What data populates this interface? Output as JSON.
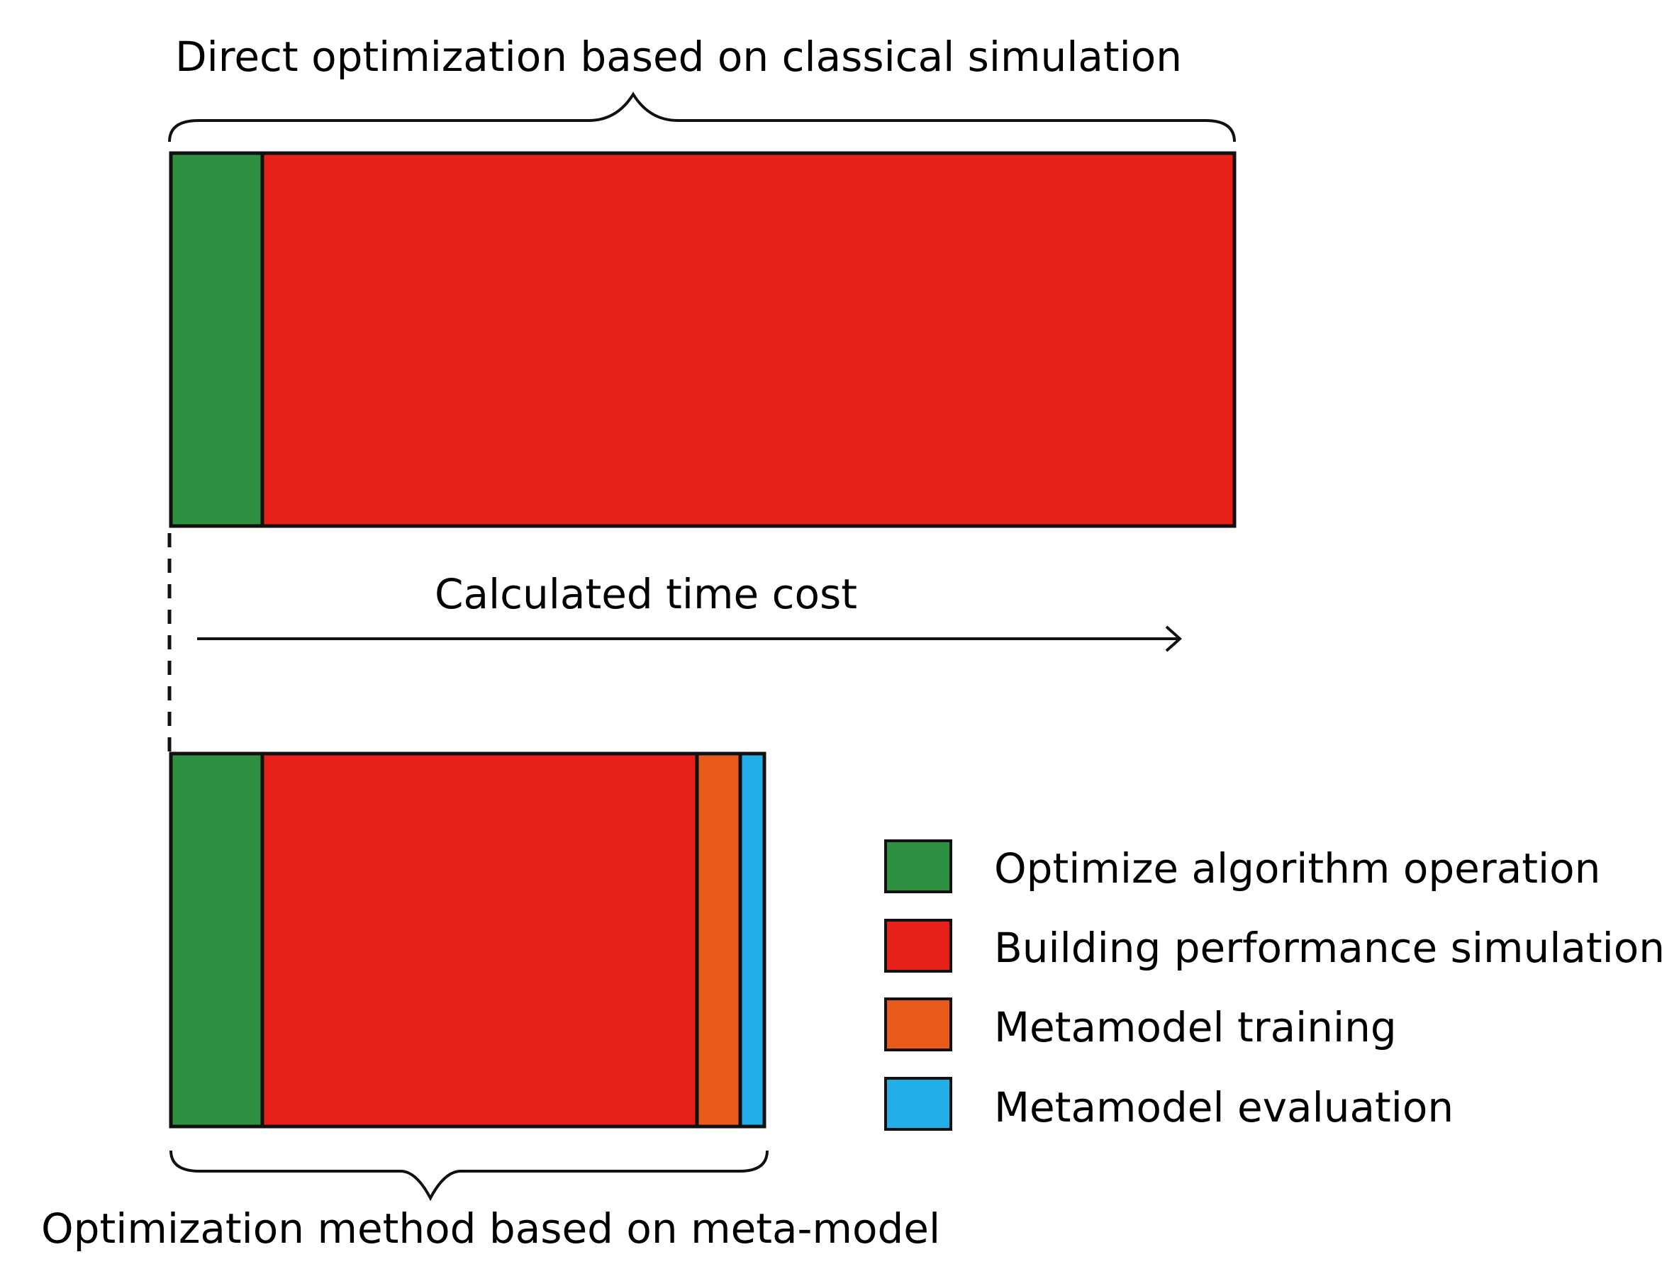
{
  "labels": {
    "top_title": "Direct optimization based on classical simulation",
    "axis": "Calculated time cost",
    "bottom_title": "Optimization method based on meta-model"
  },
  "legend": [
    {
      "name": "Optimize algorithm operation",
      "color": "#2e9141"
    },
    {
      "name": "Building performance simulation",
      "color": "#e72119"
    },
    {
      "name": "Metamodel training",
      "color": "#e95b1b"
    },
    {
      "name": "Metamodel evaluation",
      "color": "#22aee6"
    }
  ],
  "colors": {
    "green": "#2e9141",
    "red": "#e72119",
    "orange": "#e95b1b",
    "blue": "#22aee6",
    "outline": "#111111"
  }
}
